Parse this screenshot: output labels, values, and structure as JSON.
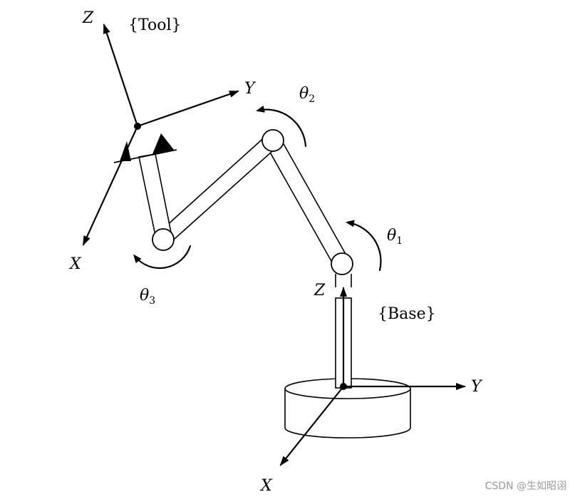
{
  "frames": {
    "tool": {
      "name": "{Tool}",
      "axes": {
        "x": "X",
        "y": "Y",
        "z": "Z"
      }
    },
    "base": {
      "name": "{Base}",
      "axes": {
        "x": "X",
        "y": "Y",
        "z": "Z"
      }
    }
  },
  "joints": [
    {
      "symbol": "θ",
      "index": "1"
    },
    {
      "symbol": "θ",
      "index": "2"
    },
    {
      "symbol": "θ",
      "index": "3"
    }
  ],
  "watermark": "CSDN @生如昭诩"
}
